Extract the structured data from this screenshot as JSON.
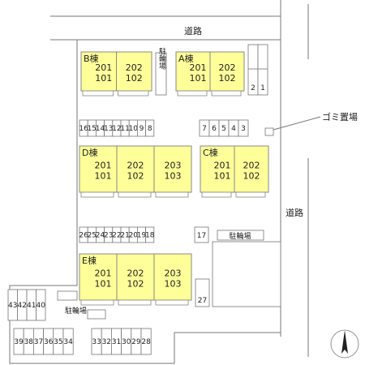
{
  "roads": {
    "north": "道路",
    "east": "道路"
  },
  "garbage": "ゴミ置場",
  "bike_parking": {
    "top": "駐輪場",
    "middle": "駐輪場",
    "lower_left": "駐輪場"
  },
  "buildings": [
    {
      "id": "B",
      "label": "B棟",
      "units": [
        [
          "201",
          "101"
        ],
        [
          "202",
          "102"
        ]
      ]
    },
    {
      "id": "A",
      "label": "A棟",
      "units": [
        [
          "201",
          "101"
        ],
        [
          "202",
          "102"
        ]
      ]
    },
    {
      "id": "D",
      "label": "D棟",
      "units": [
        [
          "201",
          "101"
        ],
        [
          "202",
          "102"
        ],
        [
          "203",
          "103"
        ]
      ]
    },
    {
      "id": "C",
      "label": "C棟",
      "units": [
        [
          "201",
          "101"
        ],
        [
          "202",
          "102"
        ]
      ]
    },
    {
      "id": "E",
      "label": "E棟",
      "units": [
        [
          "201",
          "101"
        ],
        [
          "202",
          "102"
        ],
        [
          "203",
          "103"
        ]
      ]
    }
  ],
  "parking": {
    "row_a": [
      "16",
      "15",
      "14",
      "13",
      "12",
      "11",
      "10",
      "9",
      "8"
    ],
    "row_b": [
      "7",
      "6",
      "5",
      "4",
      "3"
    ],
    "row_c": [
      "26",
      "25",
      "24",
      "23",
      "22",
      "21",
      "20",
      "19",
      "18"
    ],
    "single_17": "17",
    "single_27": "27",
    "top_right": [
      "2",
      "1"
    ],
    "left": [
      "43",
      "42",
      "41",
      "40"
    ],
    "bottom_a": [
      "39",
      "38",
      "37",
      "36",
      "35",
      "34"
    ],
    "bottom_b": [
      "33",
      "32",
      "31",
      "30",
      "29",
      "28"
    ]
  },
  "compass": "N",
  "colors": {
    "building": "#ffff99",
    "line": "#777777"
  }
}
